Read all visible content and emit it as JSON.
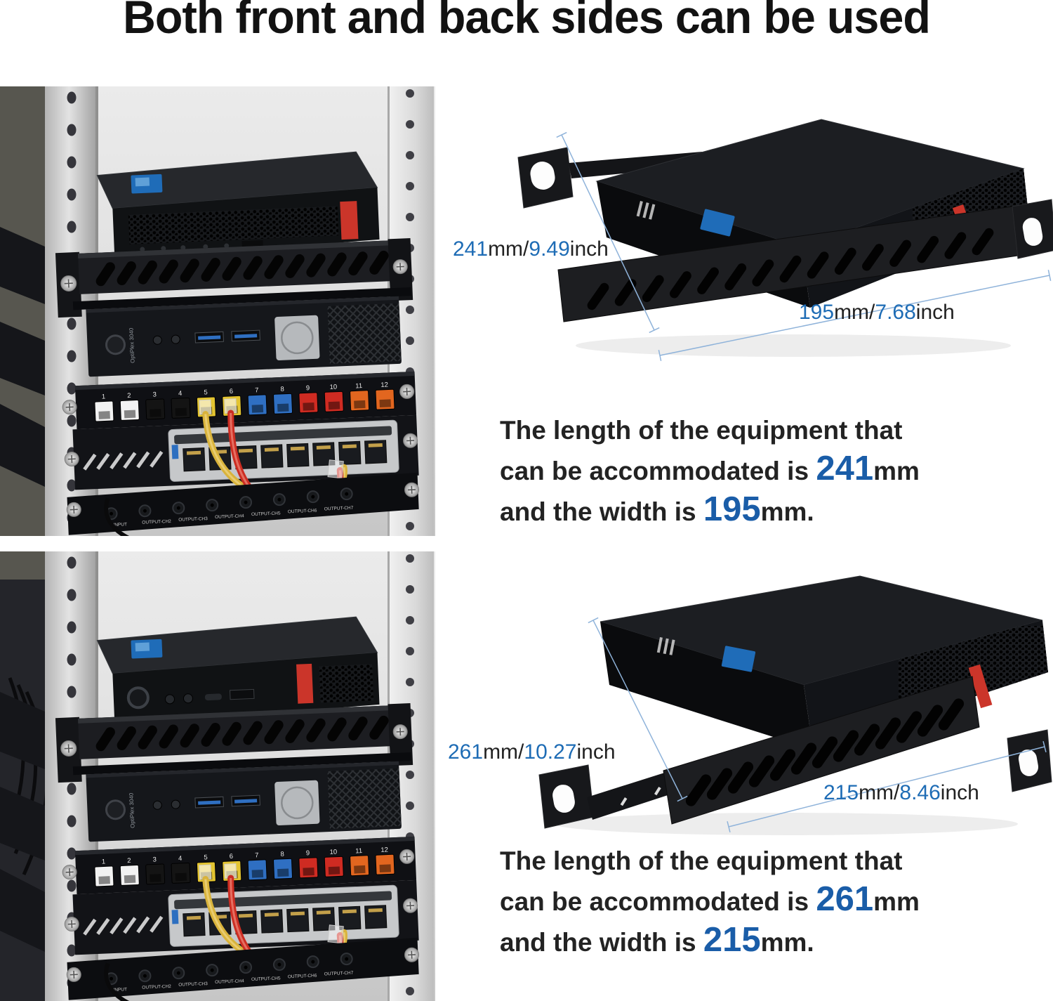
{
  "title": "Both front and back sides can be used",
  "colors": {
    "accent_blue": "#1e6cb5",
    "paragraph_blue": "#1a5da8",
    "text_dark": "#232323",
    "dim_line": "#8fb3da",
    "photo_bg": "#dedede",
    "device_black": "#121316",
    "red_tab": "#cb352a",
    "intel_badge": "#1f6cb8",
    "usb_blue": "#2f6fc1",
    "switch_silver": "#c6c8ca",
    "cable_yellow": "#d9b33b",
    "cable_red": "#cc2d22",
    "patch_port_colors": [
      "#f2f2f2",
      "#f2f2f2",
      "#141414",
      "#141414",
      "#e3c431",
      "#e3c431",
      "#2f6fc2",
      "#2f6fc2",
      "#cf2b22",
      "#cf2b22",
      "#e2661f",
      "#e2661f"
    ]
  },
  "sections": [
    {
      "id": "front",
      "length_label": {
        "number": "241",
        "mm": "mm/",
        "inches": "9.49",
        "inch": "inch"
      },
      "width_label": {
        "number": "195",
        "mm": "mm/",
        "inches": "7.68",
        "inch": "inch"
      },
      "description": {
        "line1": "The length of the equipment that",
        "line2_pre": "can be accommodated is ",
        "line2_num": "241",
        "line2_post": "mm",
        "line3_pre": "and the width is ",
        "line3_num": "195",
        "line3_post": "mm."
      }
    },
    {
      "id": "back",
      "length_label": {
        "number": "261",
        "mm": "mm/",
        "inches": "10.27",
        "inch": "inch"
      },
      "width_label": {
        "number": "215",
        "mm": "mm/",
        "inches": "8.46",
        "inch": "inch"
      },
      "description": {
        "line1": "The length of the equipment that",
        "line2_pre": "can be accommodated is ",
        "line2_num": "261",
        "line2_post": "mm",
        "line3_pre": "and the width is ",
        "line3_num": "215",
        "line3_post": "mm."
      }
    }
  ],
  "rack_photo": {
    "patch_panel_ports": [
      "1",
      "2",
      "3",
      "4",
      "5",
      "6",
      "7",
      "8",
      "9",
      "10",
      "11",
      "12"
    ],
    "jack_labels": [
      "INPUT",
      "OUTPUT-CH2",
      "OUTPUT-CH3",
      "OUTPUT-CH4",
      "OUTPUT-CH5",
      "OUTPUT-CH6",
      "OUTPUT-CH7"
    ],
    "optiplex_label": "OptiPlex 3040"
  }
}
